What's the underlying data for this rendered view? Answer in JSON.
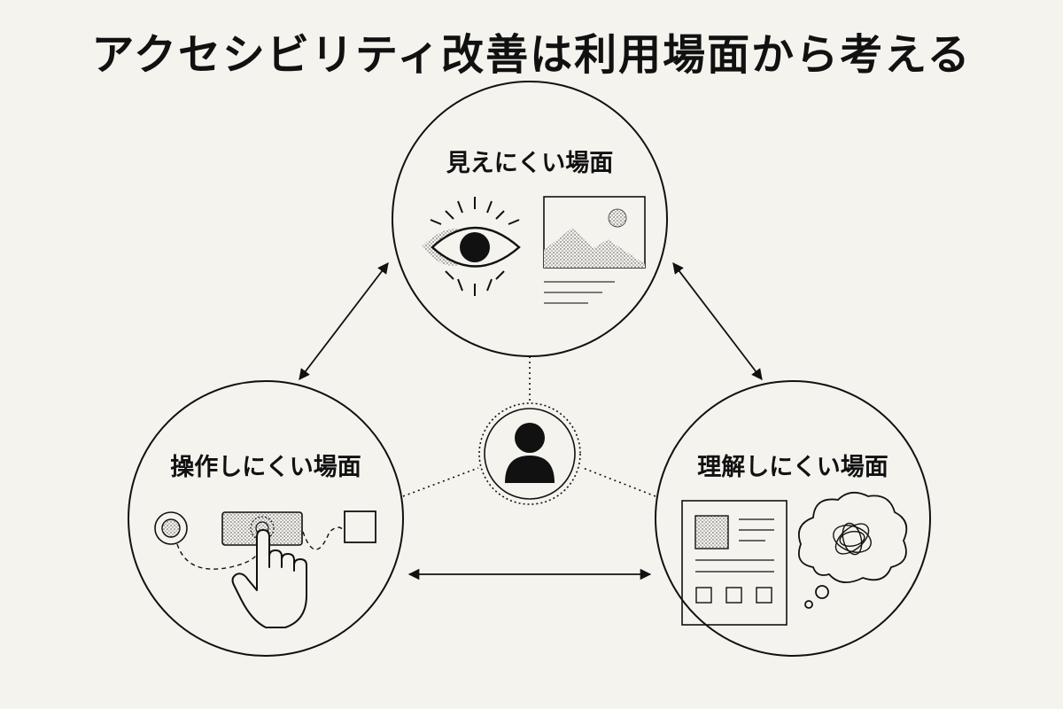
{
  "title": "アクセシビリティ改善は利用場面から考える",
  "scenes": {
    "see": {
      "label": "見えにくい場面"
    },
    "operate": {
      "label": "操作しにくい場面"
    },
    "understand": {
      "label": "理解しにくい場面"
    }
  },
  "center": {
    "icon": "person-icon"
  },
  "icons": {
    "see": [
      "eye-icon",
      "image-icon"
    ],
    "operate": [
      "radio-icon",
      "button-icon",
      "hand-pointer-icon",
      "checkbox-icon"
    ],
    "understand": [
      "document-icon",
      "thought-bubble-icon"
    ]
  }
}
